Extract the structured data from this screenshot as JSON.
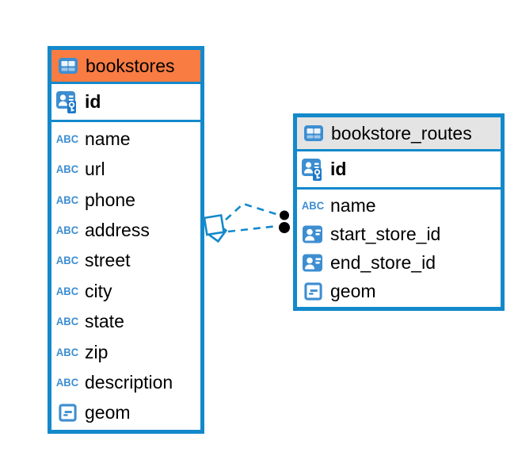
{
  "colors": {
    "table_border": "#1389cb",
    "selected_header_orange": "#f97c43",
    "header_gray": "#e4e4e4",
    "icon_blue": "#3d8ed1",
    "key_badge_blue": "#1e78c8",
    "connector_blue": "#1389cb",
    "text": "#000000"
  },
  "icons": {
    "text_type": "ABC"
  },
  "tables": [
    {
      "name": "bookstores",
      "header_style": "selected-orange",
      "pk": {
        "name": "id"
      },
      "columns": [
        {
          "name": "name",
          "type": "text"
        },
        {
          "name": "url",
          "type": "text"
        },
        {
          "name": "phone",
          "type": "text"
        },
        {
          "name": "address",
          "type": "text"
        },
        {
          "name": "street",
          "type": "text"
        },
        {
          "name": "city",
          "type": "text"
        },
        {
          "name": "state",
          "type": "text"
        },
        {
          "name": "zip",
          "type": "text"
        },
        {
          "name": "description",
          "type": "text"
        },
        {
          "name": "geom",
          "type": "geometry"
        }
      ]
    },
    {
      "name": "bookstore_routes",
      "header_style": "default-gray",
      "pk": {
        "name": "id"
      },
      "columns": [
        {
          "name": "name",
          "type": "text"
        },
        {
          "name": "start_store_id",
          "type": "reference"
        },
        {
          "name": "end_store_id",
          "type": "reference"
        },
        {
          "name": "geom",
          "type": "geometry"
        }
      ]
    }
  ],
  "relationships": [
    {
      "from_table": "bookstores",
      "to_table": "bookstore_routes",
      "line_style": "dashed"
    },
    {
      "from_table": "bookstores",
      "to_table": "bookstore_routes",
      "line_style": "dashed"
    }
  ]
}
